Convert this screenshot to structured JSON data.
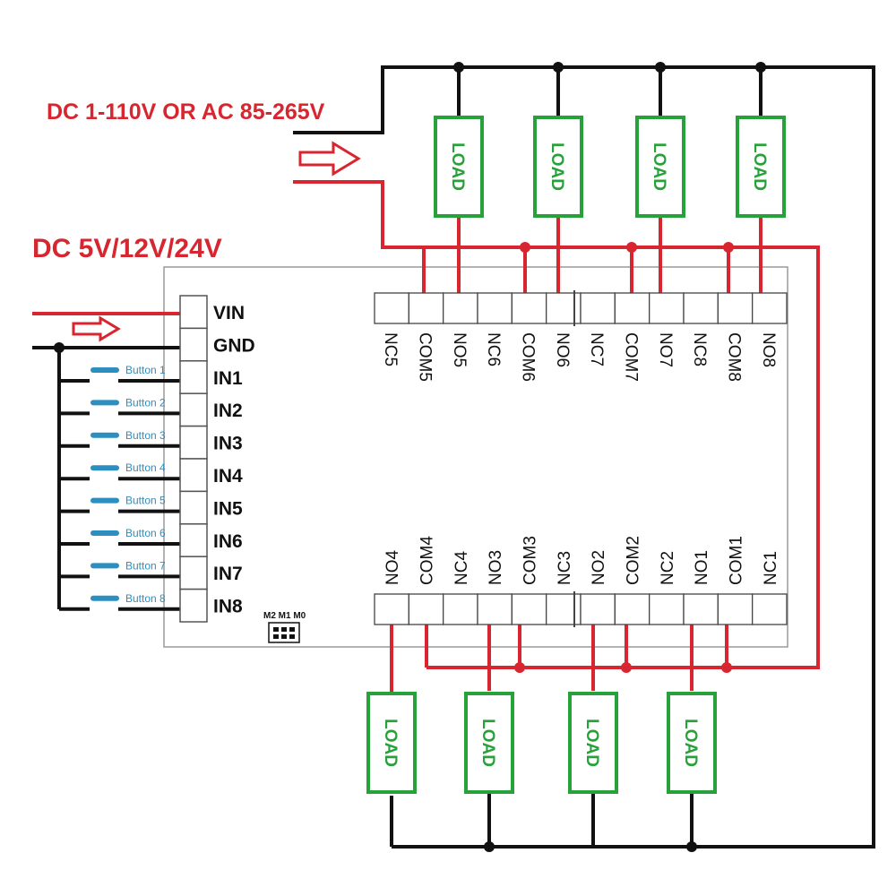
{
  "power": {
    "relay_supply": "DC 1-110V OR AC 85-265V",
    "board_supply": "DC 5V/12V/24V"
  },
  "colors": {
    "supply_wire": "#d7262f",
    "common_wire": "#111111",
    "load_box": "#27a13a",
    "button": "#2c8fc0"
  },
  "inputs": [
    "VIN",
    "GND",
    "IN1",
    "IN2",
    "IN3",
    "IN4",
    "IN5",
    "IN6",
    "IN7",
    "IN8"
  ],
  "buttons": [
    "Button 1",
    "Button 2",
    "Button 3",
    "Button 4",
    "Button 5",
    "Button 6",
    "Button 7",
    "Button 8"
  ],
  "top_terminals": [
    "NC5",
    "COM5",
    "NO5",
    "NC6",
    "COM6",
    "NO6",
    "NC7",
    "COM7",
    "NO7",
    "NC8",
    "COM8",
    "NO8"
  ],
  "bottom_terminals": [
    "NO4",
    "COM4",
    "NC4",
    "NO3",
    "COM3",
    "NC3",
    "NO2",
    "COM2",
    "NC2",
    "NO1",
    "COM1",
    "NC1"
  ],
  "load_label": "LOAD",
  "loads_top": [
    "LOAD",
    "LOAD",
    "LOAD",
    "LOAD"
  ],
  "loads_bottom": [
    "LOAD",
    "LOAD",
    "LOAD",
    "LOAD"
  ],
  "mode_jumper": "M2 M1 M0",
  "arrow_icons": [
    "arrow-right-icon",
    "arrow-right-icon"
  ]
}
